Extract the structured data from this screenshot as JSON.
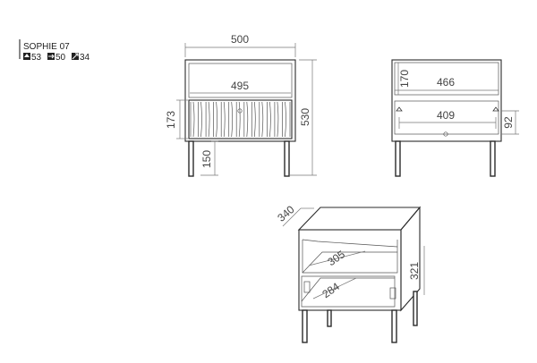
{
  "product": {
    "name": "SOPHIE 07",
    "height_value": "53",
    "width_value": "50",
    "depth_value": "34"
  },
  "dimensions": {
    "front_width": "500",
    "front_inner_width": "495",
    "front_drawer_height": "173",
    "front_total_height": "530",
    "front_leg_height": "150",
    "side_shelf_gap": "170",
    "side_inner_width": "466",
    "side_drawer_width": "409",
    "side_drawer_height": "92",
    "iso_depth": "340",
    "iso_shelf_depth": "305",
    "iso_drawer_depth": "284",
    "iso_height": "321"
  },
  "icons": [
    "arrow-up-icon",
    "arrow-right-icon",
    "arrow-diagonal-icon"
  ]
}
